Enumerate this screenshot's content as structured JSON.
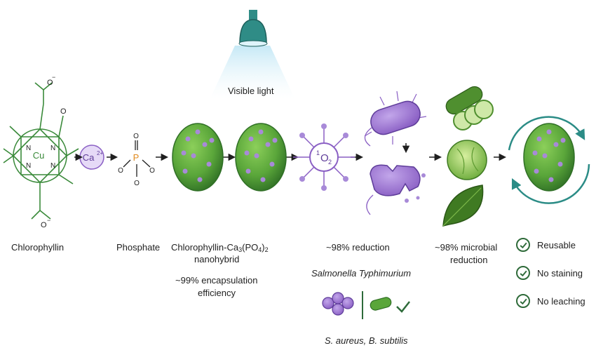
{
  "labels": {
    "visible_light": "Visible light",
    "chlorophyllin": "Chlorophyllin",
    "phosphate": "Phosphate",
    "nanohybrid_line2": "nanohybrid",
    "encapsulation_line1": "~99% encapsulation",
    "encapsulation_line2": "efficiency",
    "reduction": "~98% reduction",
    "salmonella": "Salmonella Typhimurium",
    "microbial_line1": "~98% microbial",
    "microbial_line2": "reduction",
    "s_aureus": "S. aureus, B. subtilis"
  },
  "formula": {
    "prefix": "Chlorophyllin-Ca",
    "sub1": "3",
    "middle": "(PO",
    "sub2": "4",
    "close": ")",
    "sub3": "2"
  },
  "molecule": {
    "metal": "Cu",
    "n": "N",
    "o": "O",
    "charge": "−"
  },
  "ion": {
    "text": "Ca",
    "charge": "2+"
  },
  "phosphate_struct": {
    "p": "P",
    "o": "O",
    "charge": "−"
  },
  "singlet_oxygen": {
    "sup": "1",
    "o": "O",
    "sub": "2"
  },
  "features": [
    "Reusable",
    "No staining",
    "No leaching"
  ],
  "colors": {
    "accent_green": "#2e6b3a",
    "molecule_green": "#3a8a3a",
    "nanohybrid_green": "#5aa63a",
    "purple": "#8a5fc4",
    "lamp_teal": "#2f8c86",
    "cycle_teal": "#2b8c86",
    "phosphorus_orange": "#e08a1e"
  }
}
